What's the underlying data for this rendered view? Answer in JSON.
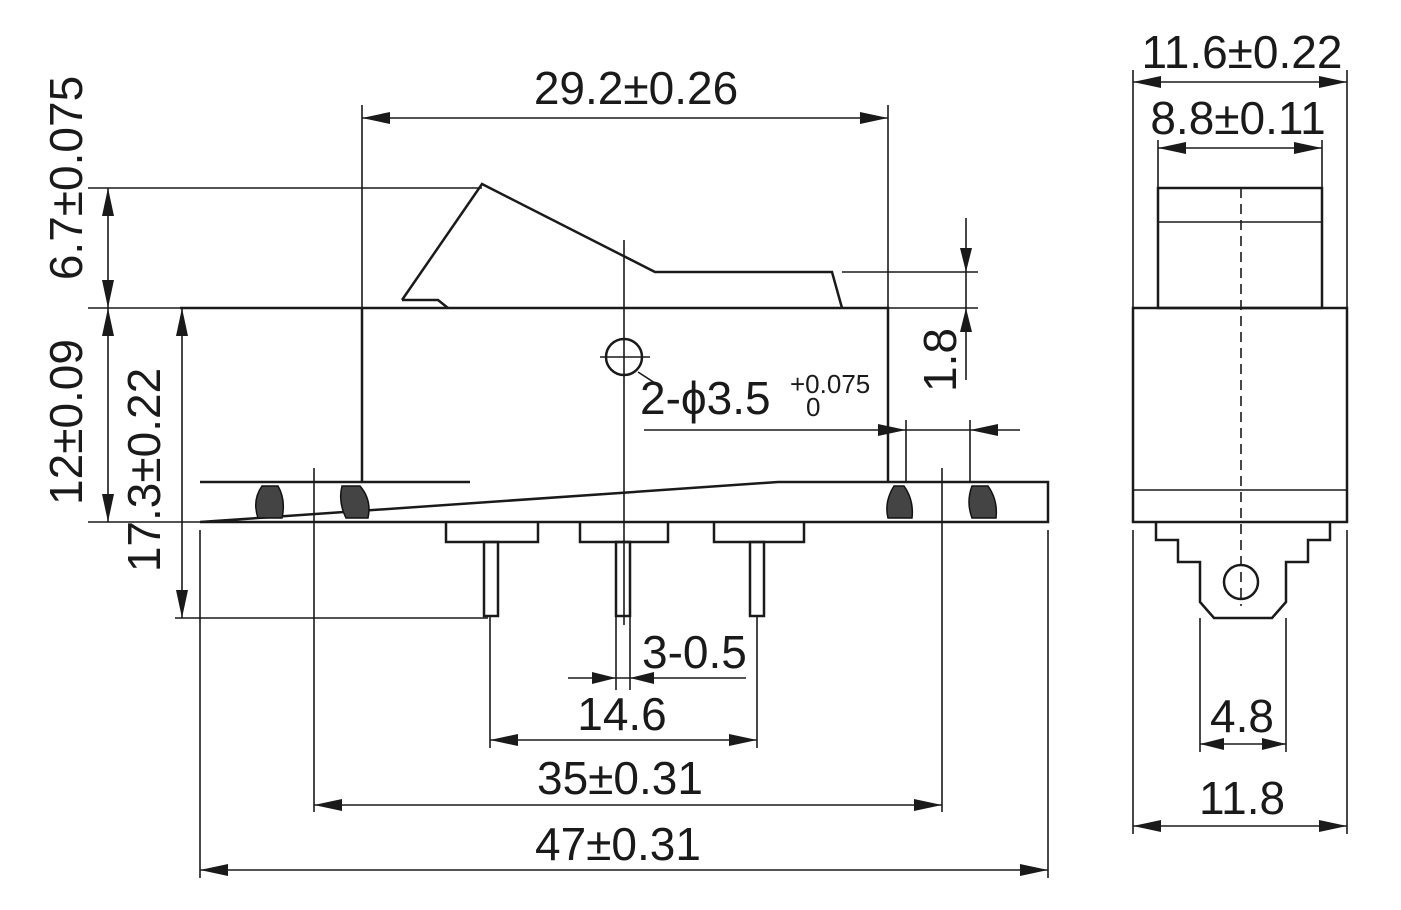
{
  "labels": {
    "width_top": "29.2±0.26",
    "rocker_height": "6.7±0.075",
    "body_height": "12±0.09",
    "total_height": "17.3±0.22",
    "step": "1.8",
    "hole_main": "2-ϕ3.5",
    "hole_tol_upper": "+0.075",
    "hole_tol_lower": "0",
    "pin_width": "3-0.5",
    "pin_pitch": "14.6",
    "hole_spacing": "35±0.31",
    "flange_width": "47±0.31",
    "side_outer": "11.6±0.22",
    "side_inner": "8.8±0.11",
    "side_terminal": "4.8",
    "side_base": "11.8"
  }
}
